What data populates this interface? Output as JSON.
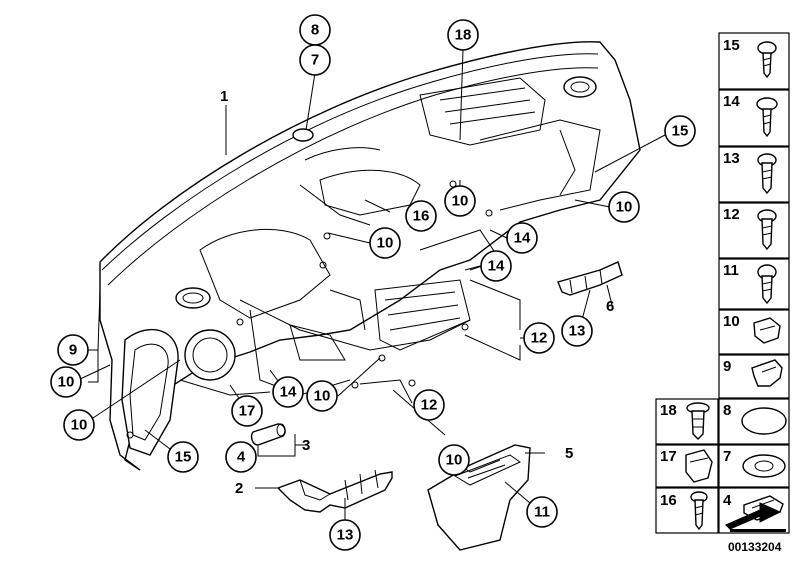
{
  "diagram": {
    "callouts": {
      "c1": "1",
      "c2": "2",
      "c3": "3",
      "c4": "4",
      "c5": "5",
      "c6": "6",
      "c7": "7",
      "c8": "8",
      "c9": "9",
      "c10a": "10",
      "c10b": "10",
      "c10c": "10",
      "c10d": "10",
      "c10e": "10",
      "c10f": "10",
      "c10g": "10",
      "c11": "11",
      "c12a": "12",
      "c12b": "12",
      "c13a": "13",
      "c13b": "13",
      "c14a": "14",
      "c14b": "14",
      "c14c": "14",
      "c15a": "15",
      "c15b": "15",
      "c16": "16",
      "c17": "17",
      "c18": "18"
    },
    "side_panel": {
      "cells": [
        "15",
        "14",
        "13",
        "12",
        "11",
        "10",
        "9",
        "8",
        "18",
        "7",
        "17",
        "4",
        "16"
      ]
    },
    "reference_code": "00133204"
  }
}
